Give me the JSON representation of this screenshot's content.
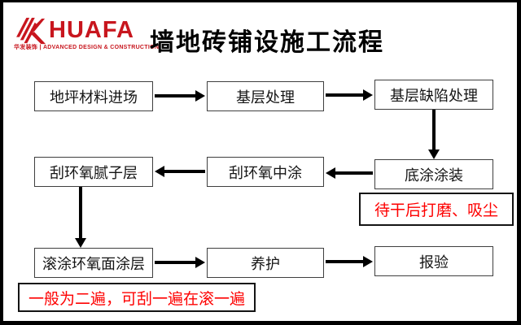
{
  "logo": {
    "brand": "HUAFA",
    "tagline": "华发装饰 | ADVANCED DESIGN & CONSTRUCTION",
    "icon": "huafa-k-monogram",
    "brand_color": "#c8161e"
  },
  "title": "墙地砖铺设施工流程",
  "flowchart": {
    "nodes": [
      {
        "label": "地坪材料进场"
      },
      {
        "label": "基层处理"
      },
      {
        "label": "基层缺陷处理"
      },
      {
        "label": "底涂涂装"
      },
      {
        "label": "刮环氧中涂"
      },
      {
        "label": "刮环氧腻子层"
      },
      {
        "label": "滚涂环氧面涂层"
      },
      {
        "label": "养护"
      },
      {
        "label": "报验"
      }
    ],
    "edges": [
      "地坪材料进场→基层处理",
      "基层处理→基层缺陷处理",
      "基层缺陷处理→底涂涂装",
      "底涂涂装→刮环氧中涂",
      "刮环氧中涂→刮环氧腻子层",
      "刮环氧腻子层→滚涂环氧面涂层",
      "滚涂环氧面涂层→养护",
      "养护→报验"
    ],
    "annotations": [
      {
        "label": "待干后打磨、吸尘"
      },
      {
        "label": "一般为二遍，可刮一遍在滚一遍"
      }
    ],
    "colors": {
      "annotation_text": "#fe0000",
      "box_border": "#3f3f3f",
      "arrow": "#000000",
      "title_text": "#000000"
    }
  }
}
